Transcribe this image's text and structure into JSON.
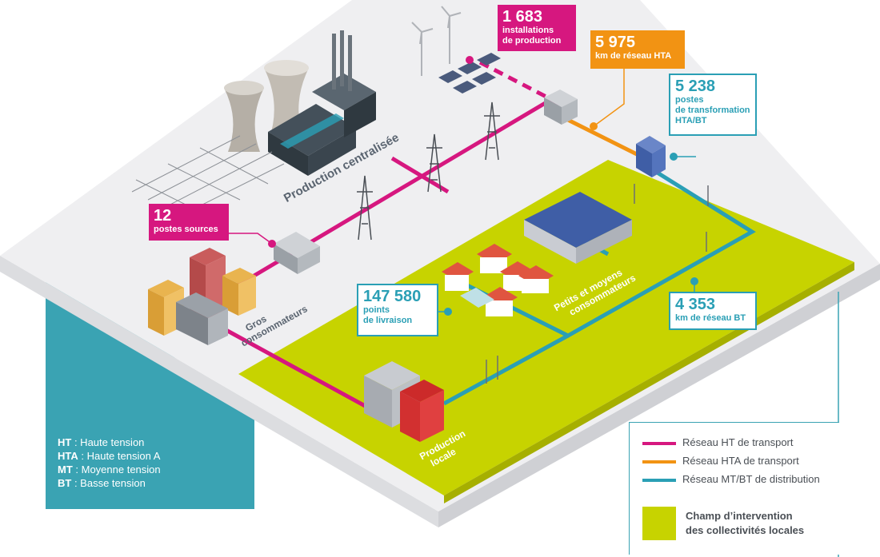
{
  "callouts": {
    "installations": {
      "number": "1 683",
      "label_1": "installations",
      "label_2": "de production",
      "color": "#d6177f"
    },
    "hta_network": {
      "number": "5 975",
      "label_1": "km de réseau HTA",
      "color": "#f29313"
    },
    "postes_transfo": {
      "number": "5 238",
      "label_1": "postes",
      "label_2": "de transformation",
      "label_3": "HTA/BT",
      "color": "#2a9fb5"
    },
    "postes_sources": {
      "number": "12",
      "label_1": "postes sources",
      "color": "#d6177f"
    },
    "points_livraison": {
      "number": "147 580",
      "label_1": "points",
      "label_2": "de livraison",
      "color": "#2a9fb5"
    },
    "bt_network": {
      "number": "4 353",
      "label_1": "km de réseau BT",
      "color": "#2a9fb5"
    }
  },
  "area_labels": {
    "production_centralisee": "Production centralisée",
    "gros_1": "Gros",
    "gros_2": "consommateurs",
    "petits_1": "Petits et moyens",
    "petits_2": "consommateurs",
    "production_locale_1": "Production",
    "production_locale_2": "locale"
  },
  "glossary": [
    {
      "abbr": "HT",
      "text": " : Haute tension"
    },
    {
      "abbr": "HTA",
      "text": " : Haute tension A"
    },
    {
      "abbr": "MT",
      "text": " : Moyenne tension"
    },
    {
      "abbr": "BT",
      "text": " : Basse tension"
    }
  ],
  "legend": {
    "ht": {
      "label": "Réseau HT de transport",
      "color": "#d6177f"
    },
    "hta": {
      "label": "Réseau HTA de transport",
      "color": "#f29313"
    },
    "mtbt": {
      "label": "Réseau MT/BT de distribution",
      "color": "#2a9fb5"
    },
    "area_1": "Champ d’intervention",
    "area_2": "des collectivités locales",
    "area_color": "#c7d300"
  },
  "colors": {
    "platform_top": "#efeff1",
    "platform_side": "#d9dadd",
    "teal": "#3aa3b3",
    "green": "#c7d300",
    "ht": "#d6177f",
    "hta": "#f29313",
    "bt": "#2a9fb5"
  }
}
